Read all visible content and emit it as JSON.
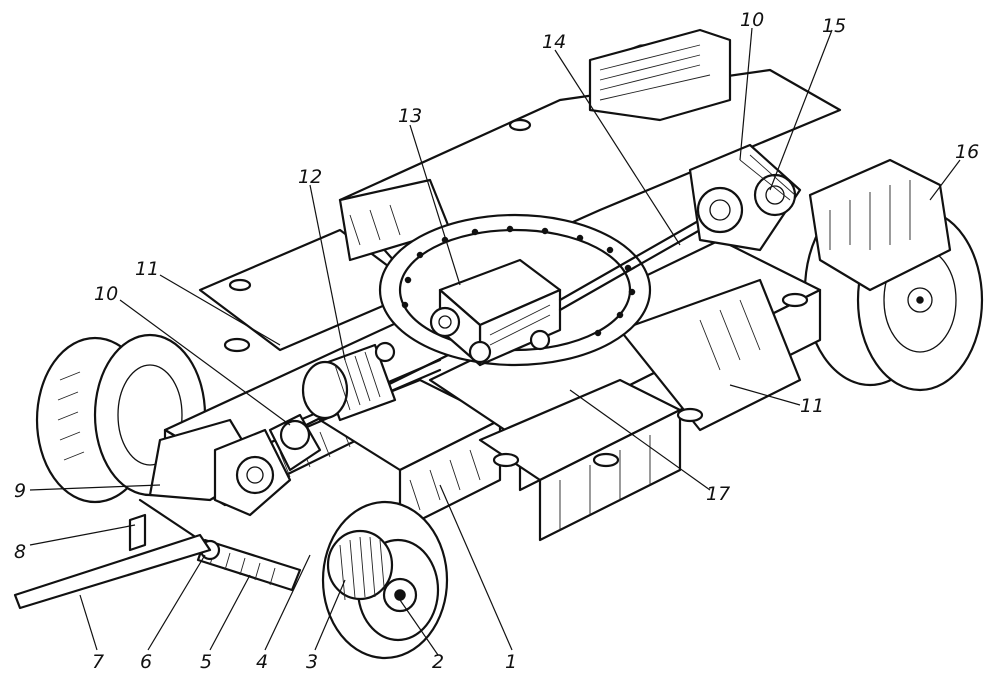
{
  "callouts": [
    {
      "id": "c1",
      "text": "1"
    },
    {
      "id": "c2",
      "text": "2"
    },
    {
      "id": "c3",
      "text": "3"
    },
    {
      "id": "c4",
      "text": "4"
    },
    {
      "id": "c5",
      "text": "5"
    },
    {
      "id": "c6",
      "text": "6"
    },
    {
      "id": "c7",
      "text": "7"
    },
    {
      "id": "c8",
      "text": "8"
    },
    {
      "id": "c9",
      "text": "9"
    },
    {
      "id": "c10a",
      "text": "10"
    },
    {
      "id": "c10b",
      "text": "10"
    },
    {
      "id": "c11a",
      "text": "11"
    },
    {
      "id": "c11b",
      "text": "11"
    },
    {
      "id": "c12",
      "text": "12"
    },
    {
      "id": "c13",
      "text": "13"
    },
    {
      "id": "c14",
      "text": "14"
    },
    {
      "id": "c15",
      "text": "15"
    },
    {
      "id": "c16",
      "text": "16"
    },
    {
      "id": "c17",
      "text": "17"
    }
  ]
}
